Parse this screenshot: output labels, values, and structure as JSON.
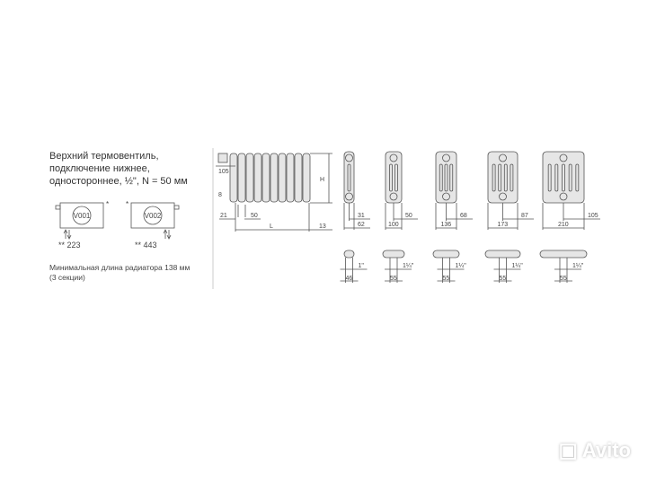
{
  "heading": {
    "line1": "Верхний термовентиль,",
    "line2": "подключение нижнее,",
    "line3": "одностороннее, ½\", N = 50 мм"
  },
  "variants": [
    {
      "code": "V001",
      "mark": "*",
      "number": "** 223"
    },
    {
      "code": "V002",
      "mark": "*",
      "number": "** 443"
    }
  ],
  "note": {
    "line1": "Минимальная длина радиатора 138 мм",
    "line2": "(3 секции)"
  },
  "front_view": {
    "valve": "105",
    "height": "H",
    "offset": "8",
    "left": "21",
    "spacing": "50",
    "length": "L",
    "right": "13"
  },
  "sections": [
    {
      "half": "31",
      "depth": "62",
      "thread": "1\"",
      "pitch": "46"
    },
    {
      "half": "50",
      "depth": "100",
      "thread": "1¼\"",
      "pitch": "55"
    },
    {
      "half": "68",
      "depth": "136",
      "thread": "1¼\"",
      "pitch": "55"
    },
    {
      "half": "87",
      "depth": "173",
      "thread": "1¼\"",
      "pitch": "55"
    },
    {
      "half": "105",
      "depth": "210",
      "thread": "1¼\"",
      "pitch": "55"
    }
  ],
  "watermark": "Avito"
}
